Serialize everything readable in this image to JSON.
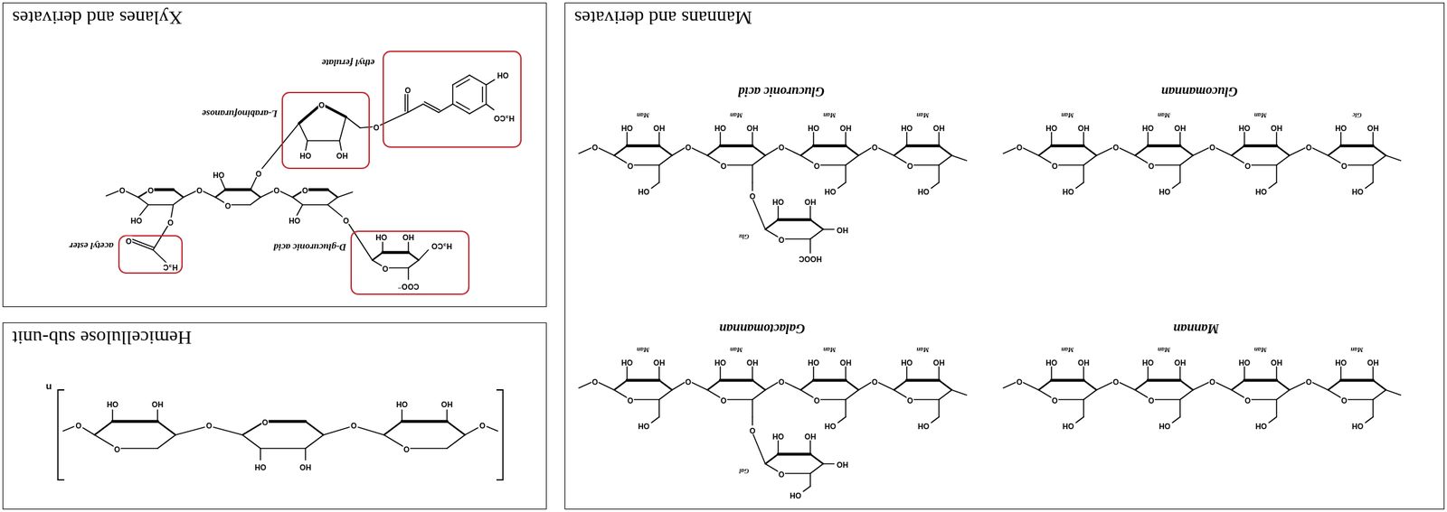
{
  "diagram": {
    "nodes": [
      {
        "text": [
          "Mannans and derivates"
        ]
      },
      {
        "text": [
          "Hemicellulose sub-unit"
        ]
      },
      {
        "text": [
          "Xylanes and derivates"
        ]
      },
      {
        "text": [
          "ethyl ferulate"
        ],
        "in": 2
      },
      {
        "text": [
          "L-arabinofuranose"
        ],
        "in": 2
      },
      {
        "text": [
          "D-glucuronic acid"
        ],
        "in": 2
      },
      {
        "text": [
          "acetyl ester"
        ],
        "in": 2
      }
    ],
    "labels": [
      "Mannan",
      "Man",
      "O",
      "OH",
      "OH",
      "HO",
      "O",
      "Man",
      "O",
      "OH",
      "OH",
      "HO",
      "O",
      "Man",
      "O",
      "OH",
      "OH",
      "HO",
      "O",
      "Man",
      "O",
      "OH",
      "OH",
      "HO",
      "O",
      "Galactomannan",
      "Man",
      "O",
      "OH",
      "OH",
      "HO",
      "O",
      "Man",
      "O",
      "OH",
      "OH",
      "HO",
      "O",
      "Man",
      "O",
      "O",
      "OH",
      "HO",
      "O",
      "Man",
      "O",
      "OH",
      "OH",
      "HO",
      "O",
      "Gal",
      "O",
      "OH",
      "OH",
      "HO",
      "HO",
      "Glucomannan",
      "Glc",
      "O",
      "OH",
      "OH",
      "HO",
      "O",
      "Man",
      "O",
      "OH",
      "OH",
      "HO",
      "O",
      "Man",
      "O",
      "OH",
      "OH",
      "HO",
      "O",
      "Man",
      "O",
      "OH",
      "OH",
      "HO",
      "O",
      "Glucuronic acid",
      "Man",
      "O",
      "OH",
      "OH",
      "HO",
      "O",
      "Man",
      "O",
      "OH",
      "OH",
      "HO",
      "O",
      "Man",
      "O",
      "O",
      "OH",
      "HO",
      "O",
      "Man",
      "O",
      "OH",
      "OH",
      "HO",
      "O",
      "Glu",
      "O",
      "HOOC",
      "OH",
      "HO",
      "HO",
      "O",
      "HO",
      "OH",
      "O",
      "O",
      "HO",
      "OH",
      "O",
      "O",
      "HO",
      "OH",
      "O",
      "O",
      "n",
      "O",
      "O",
      "OH",
      "O",
      "O",
      "OH",
      "O",
      "O",
      "OH",
      "O",
      "O",
      "O",
      "O",
      "COO⁻",
      "H₃CO",
      "HO",
      "OH",
      "H₃C",
      "O",
      "O",
      "OH",
      "HO",
      "O",
      "OH",
      "H₃CO",
      "O"
    ]
  }
}
